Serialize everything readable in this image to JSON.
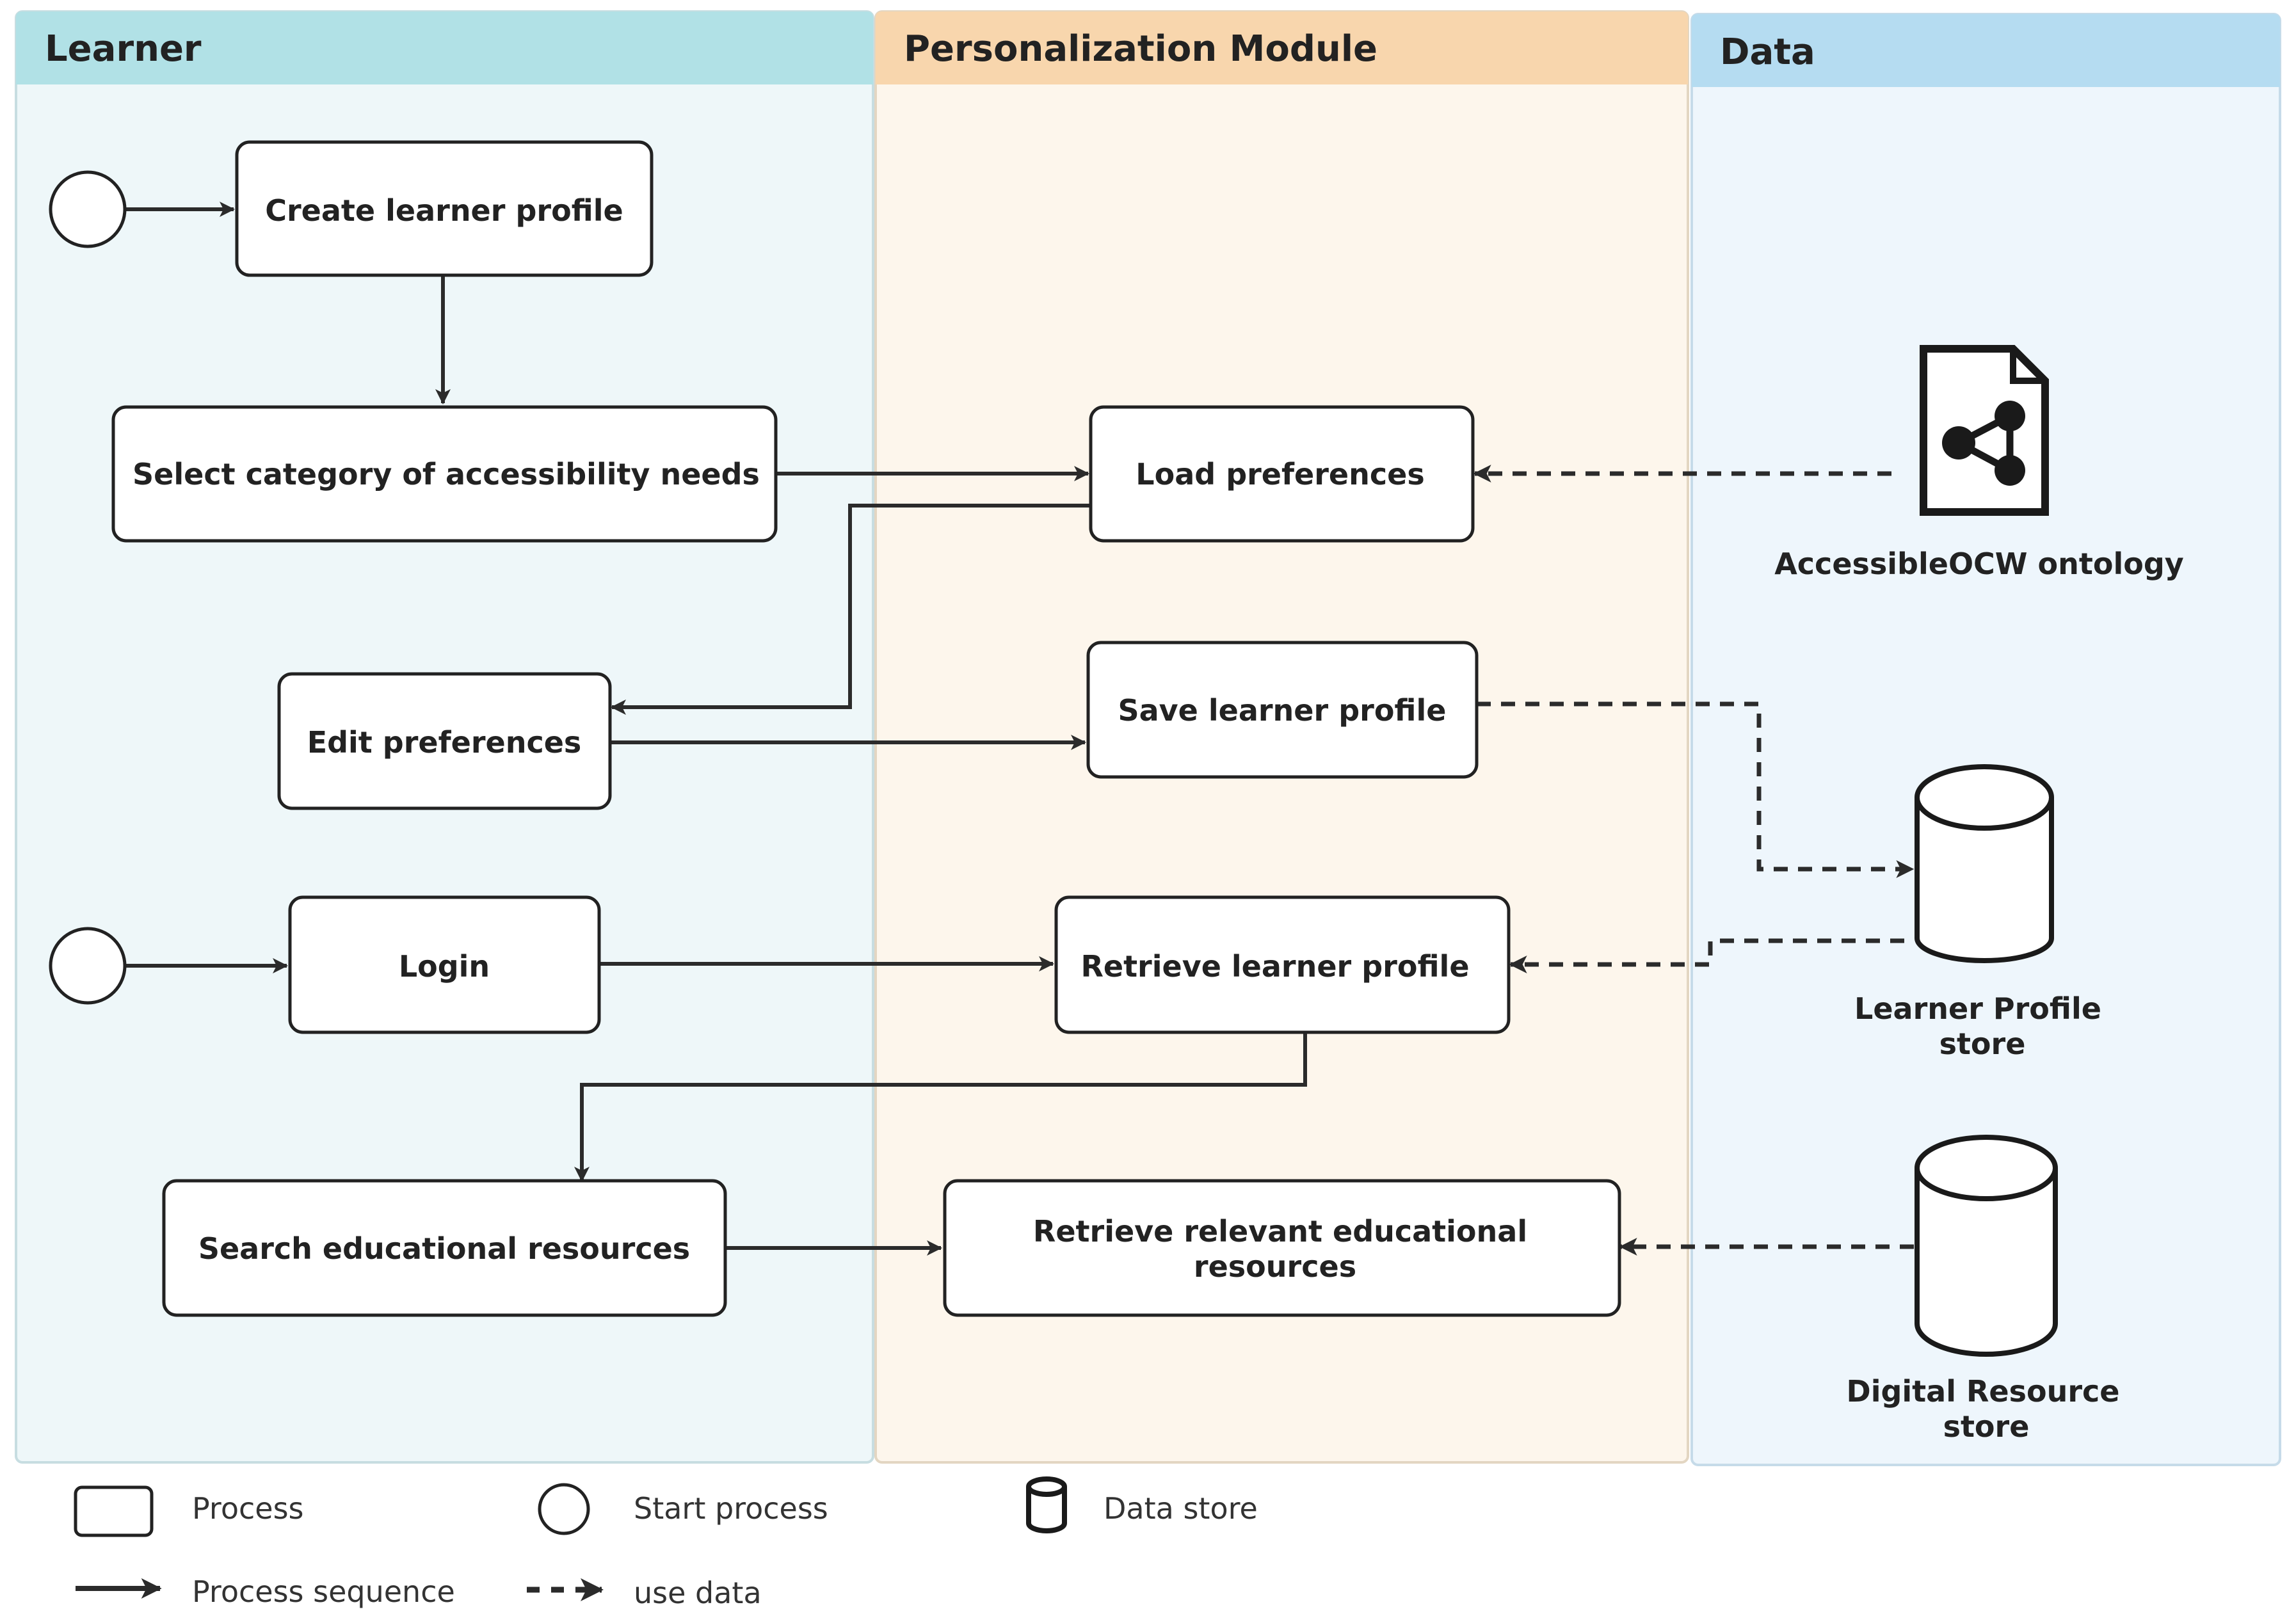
{
  "lanes": {
    "learner": "Learner",
    "personalization": "Personalization Module",
    "data": "Data"
  },
  "processes": {
    "create_profile": "Create learner profile",
    "select_category": "Select category of accessibility needs",
    "edit_preferences": "Edit preferences",
    "login": "Login",
    "search_resources": "Search educational resources",
    "load_preferences": "Load preferences",
    "save_profile": "Save learner profile",
    "retrieve_profile": "Retrieve learner profile",
    "retrieve_resources_line1": "Retrieve relevant educational",
    "retrieve_resources_line2": "resources"
  },
  "data_items": {
    "ontology": "AccessibleOCW ontology",
    "profile_store_line1": "Learner Profile",
    "profile_store_line2": "store",
    "digital_store_line1": "Digital Resource",
    "digital_store_line2": "store"
  },
  "legend": {
    "process": "Process",
    "start_process": "Start process",
    "data_store": "Data store",
    "process_sequence": "Process sequence",
    "use_data": "use data"
  },
  "colors": {
    "learner_header": "#b1e1e6",
    "learner_body": "#eef7f9",
    "personalization_header": "#f8d6ad",
    "personalization_body": "#fdf6ec",
    "data_header": "#b5dcf1",
    "data_body": "#eef6fc",
    "stroke": "#222222"
  }
}
